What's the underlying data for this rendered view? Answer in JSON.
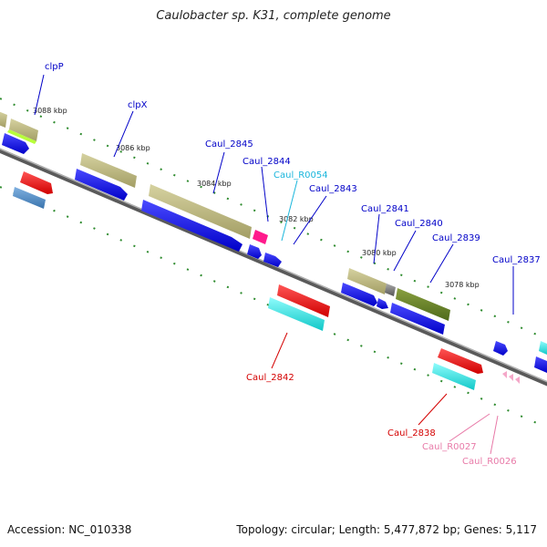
{
  "title": "Caulobacter sp. K31, complete genome",
  "footer": {
    "accession": "Accession: NC_010338",
    "info": "Topology: circular; Length: 5,477,872 bp; Genes: 5,117"
  },
  "colors": {
    "backbone": "#7f7f7f",
    "tick": "#2e8b2e",
    "label_dark": "#0000c8",
    "label_cyan": "#1ab6dc",
    "label_red": "#d40000",
    "label_pink": "#e87aa8",
    "cds_forward": "#0a0aee",
    "cds_feature": "#b5b07a",
    "gene_red": "#ee1111",
    "gene_cyan": "#18e0e0"
  },
  "kbp_labels": [
    "3088 kbp",
    "3086 kbp",
    "3084 kbp",
    "3082 kbp",
    "3080 kbp",
    "3078 kbp"
  ],
  "gene_labels": {
    "clpP": "clpP",
    "clpX": "clpX",
    "caul_2845": "Caul_2845",
    "caul_2844": "Caul_2844",
    "caul_r0054": "Caul_R0054",
    "caul_2843": "Caul_2843",
    "caul_2841": "Caul_2841",
    "caul_2840": "Caul_2840",
    "caul_2839": "Caul_2839",
    "caul_2837": "Caul_2837",
    "caul_2842": "Caul_2842",
    "caul_2838": "Caul_2838",
    "caul_r0027": "Caul_R0027",
    "caul_r0026": "Caul_R0026"
  }
}
